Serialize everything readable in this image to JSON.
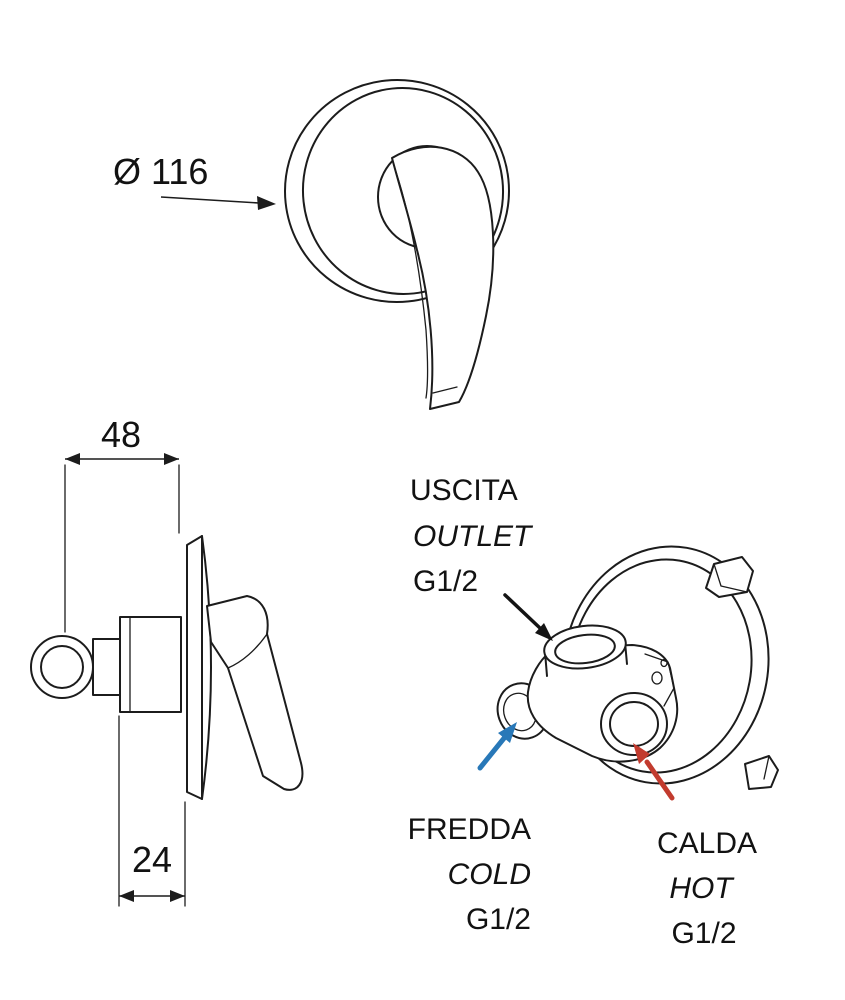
{
  "front_view": {
    "diameter_label": "Ø 116"
  },
  "side_view": {
    "width_label": "48",
    "depth_label": "24"
  },
  "connections": {
    "outlet": {
      "it": "USCITA",
      "en": "OUTLET",
      "thread": "G1/2"
    },
    "cold": {
      "it": "FREDDA",
      "en": "COLD",
      "thread": "G1/2"
    },
    "hot": {
      "it": "CALDA",
      "en": "HOT",
      "thread": "G1/2"
    }
  },
  "colors": {
    "ink": "#1c1c1c",
    "outlet_arrow": "#141414",
    "cold_arrow": "#2878b8",
    "hot_arrow": "#c23b2e"
  }
}
